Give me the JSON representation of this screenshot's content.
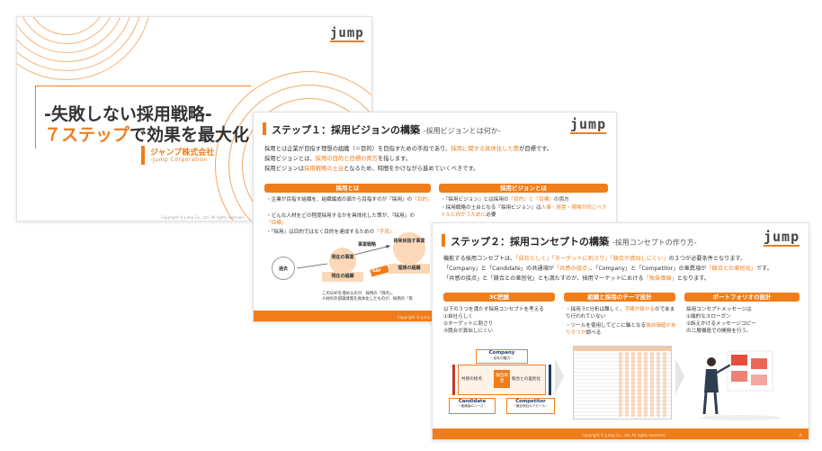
{
  "brand": {
    "logo": "jump",
    "accent": "#f07d1a",
    "copyright": "Copyright © Jump Co., Ltd. All rights reserved."
  },
  "slide1": {
    "title_line1": "-失敗しない採用戦略-",
    "title_line2_em": "７ステップ",
    "title_line2_rest": "で効果を最大化",
    "company": "ジャンプ株式会社",
    "company_en": "-Jump Corporation"
  },
  "slide2": {
    "title": "ステップ１：採用ビジョンの構築",
    "subtitle": "-採用ビジョンとは何か-",
    "intro": [
      {
        "pre": "採用とは企業が目指す理想の組織（＝目的）を目指すための手段であり、",
        "em": "採用に関する具体化した策",
        "post": "が目標です。"
      },
      {
        "pre": "採用ビジョンとは、",
        "em": "採用の目的と目標の両方",
        "post": "を指します。"
      },
      {
        "pre": "採用ビジョンは",
        "em": "採用戦略の土台",
        "post": "となるため、時間をかけながら進めていくべきです。"
      }
    ],
    "left_header": "採用とは",
    "left_bullets": [
      {
        "pre": "企業が目指す組織を、組織編成の面から目指すのが『採用』の",
        "em": "『目的』"
      },
      {
        "pre": "どんな人材をどの程度採用するかを具体化した策が、『採用』の",
        "em": "『目標』"
      },
      {
        "pre": "『採用』は目的ではなく目的を達成するための",
        "em": "『手段』"
      }
    ],
    "right_header": "採用ビジョンとは",
    "right_bullets": [
      {
        "pre": "『採用ビジョン』とは採用の",
        "em": "『目的』と『目標』",
        "post": "の両方"
      },
      {
        "pre": "採用戦略の土台となる『採用ビジョン』は",
        "em": "人事・経営・現場が同じベクトルに向かうために",
        "post": "必要"
      }
    ],
    "diagram": {
      "past": "過去",
      "current_org": "現在の組織",
      "current_biz": "現在の事業",
      "strategy": "事業戦略",
      "future": "将来目指す事業",
      "ideal_org": "理想の組織",
      "gap": "GAP",
      "note1": "このGAPを埋めるのが、採用の『目的』。",
      "note2": "人材の外部調達策を具体化したものが、採用の『目"
    },
    "copyright": "Copyright © Jump Co."
  },
  "slide3": {
    "title": "ステップ２：採用コンセプトの構築",
    "subtitle": "-採用コンセプトの作り方-",
    "intro1": {
      "pre": "機能する採用コンセプトは、",
      "em": "「自社らしく」「ターゲットに刺さり」「競合が真似しにくい」",
      "post": "の３つが必要条件となります。"
    },
    "intro2": {
      "pre": "「Company」と「Candidate」の共通項が",
      "em1": "「共感の接点」",
      "mid": "、「Company」と「Competitor」の差異項が",
      "em2": "「競合との差別化」",
      "post": "です。"
    },
    "intro3": {
      "pre": "「共感の接点」と「競合との差別化」とも満たすのが、採用マーケットにおける",
      "em": "「独自価値」",
      "post": "となります。"
    },
    "col1": {
      "header": "3C把握",
      "text": "以下の３つを満たす採用コンセプトを考える",
      "items": [
        "①自社らしく",
        "②ターゲットに刺さり",
        "③競合が真似しにくい"
      ]
    },
    "col2": {
      "header": "組織と採用のテーマ設計",
      "b1_pre": "採用３C分析は難しく、",
      "b1_em": "手間が掛かる",
      "b1_post": "のであまり行われていない",
      "b2_pre": "ツールを使用してどこに軸となる",
      "b2_em": "独自価値がありそうか",
      "b2_post": "調べる"
    },
    "col3": {
      "header": "ポートフォリオの設計",
      "text": "採用コンセプトメッセージは",
      "items": [
        "①端的なスローガン",
        "②訴えかけるメッセージコピー"
      ],
      "tail": "の二層構造での開発を行う。"
    },
    "diagram": {
      "company": "Company",
      "company_sub": "~自社の魅力~",
      "candidate": "Candidate",
      "candidate_sub": "~候補者のニーズ~",
      "competitor": "Competitor",
      "competitor_sub": "~競合他社のアピール~",
      "empathy": "共感の接点",
      "diff": "競合との差別化",
      "unique": "独自価値"
    },
    "page": "6"
  }
}
